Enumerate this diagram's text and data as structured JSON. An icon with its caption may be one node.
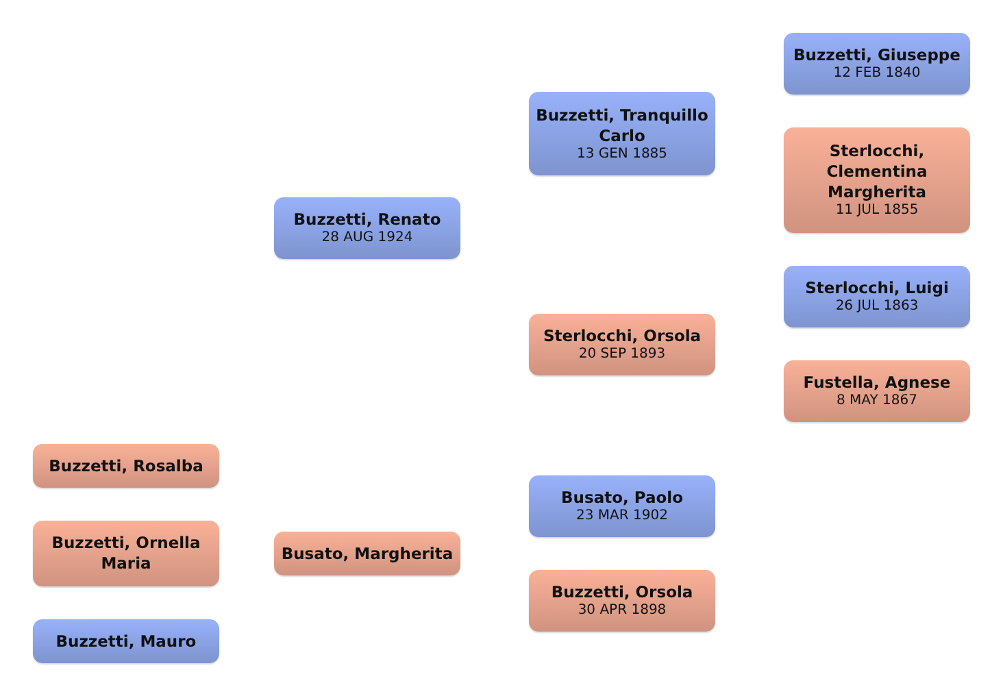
{
  "diagram": {
    "nodes": [
      {
        "text": [
          "Buzzetti, Rosalba"
        ]
      },
      {
        "text": [
          "Buzzetti, Ornella Maria"
        ]
      },
      {
        "text": [
          "Buzzetti, Mauro"
        ]
      },
      {
        "text": [
          "Buzzetti, Renato",
          "28 AUG 1924"
        ]
      },
      {
        "text": [
          "Busato, Margherita"
        ]
      },
      {
        "text": [
          "Buzzetti, Tranquillo Carlo",
          "13 GEN 1885"
        ]
      },
      {
        "text": [
          "Sterlocchi, Orsola",
          "20 SEP 1893"
        ]
      },
      {
        "text": [
          "Busato, Paolo",
          "23 MAR 1902"
        ]
      },
      {
        "text": [
          "Buzzetti, Orsola",
          "30 APR 1898"
        ]
      },
      {
        "text": [
          "Buzzetti, Giuseppe",
          "12 FEB 1840"
        ]
      },
      {
        "text": [
          "Sterlocchi, Clementina Margherita",
          "11 JUL 1855"
        ]
      },
      {
        "text": [
          "Sterlocchi, Luigi",
          "26 JUL 1863"
        ]
      },
      {
        "text": [
          "Fustella, Agnese",
          "8 MAY 1867"
        ]
      }
    ],
    "edges": []
  }
}
